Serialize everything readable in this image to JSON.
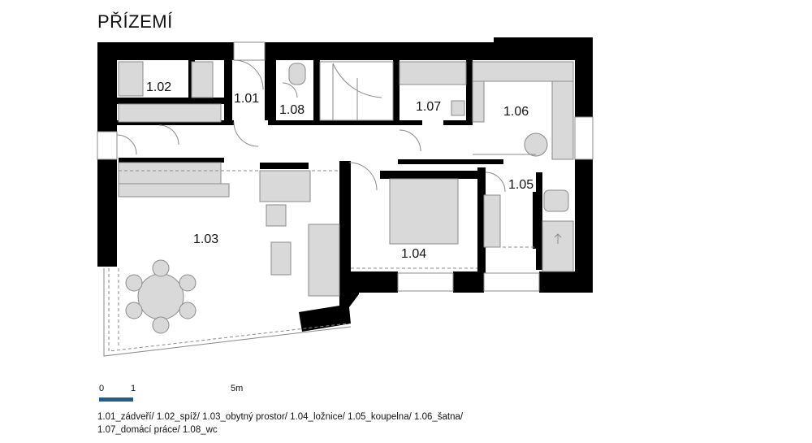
{
  "title": "PŘÍZEMÍ",
  "rooms": [
    {
      "id": "r101",
      "label": "1.01"
    },
    {
      "id": "r102",
      "label": "1.02"
    },
    {
      "id": "r103",
      "label": "1.03"
    },
    {
      "id": "r104",
      "label": "1.04"
    },
    {
      "id": "r105",
      "label": "1.05"
    },
    {
      "id": "r106",
      "label": "1.06"
    },
    {
      "id": "r107",
      "label": "1.07"
    },
    {
      "id": "r108",
      "label": "1.08"
    }
  ],
  "scale": {
    "tick_0": "0",
    "tick_1": "1",
    "tick_5": "5m",
    "bar_color": "#1f5f8b"
  },
  "legend": {
    "line1": "1.01_zádveří/ 1.02_spíž/ 1.03_obytný prostor/  1.04_ložnice/  1.05_koupelna/  1.06_šatna/",
    "line2": "1.07_domácí práce/  1.08_wc"
  },
  "colors": {
    "wall": "#000000",
    "furniture": "#d9d9d9",
    "outline": "#8a8a8a"
  }
}
